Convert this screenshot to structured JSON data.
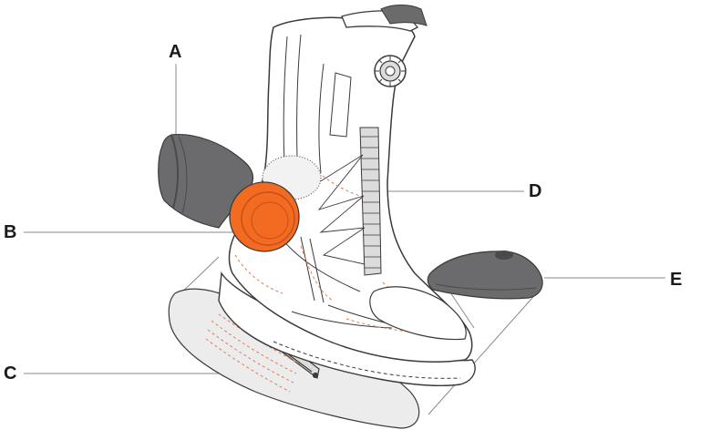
{
  "callouts": {
    "a": "A",
    "b": "B",
    "c": "C",
    "d": "D",
    "e": "E"
  },
  "colors": {
    "accent": "#f26b21",
    "accent_dark": "#c4501a",
    "pad_gray": "#6b6b6d",
    "pad_dark": "#4a4a4c",
    "line": "#3a3a3a",
    "leader": "#8a8a8a",
    "insole_fill": "#ececec",
    "boot_fill": "#ffffff",
    "stitch": "#e07a55"
  },
  "icons": {
    "dial": "boa-dial-icon",
    "ankle_pad": "ankle-pad-icon",
    "toe_cap": "toe-cap-icon",
    "insole": "insole-icon"
  }
}
